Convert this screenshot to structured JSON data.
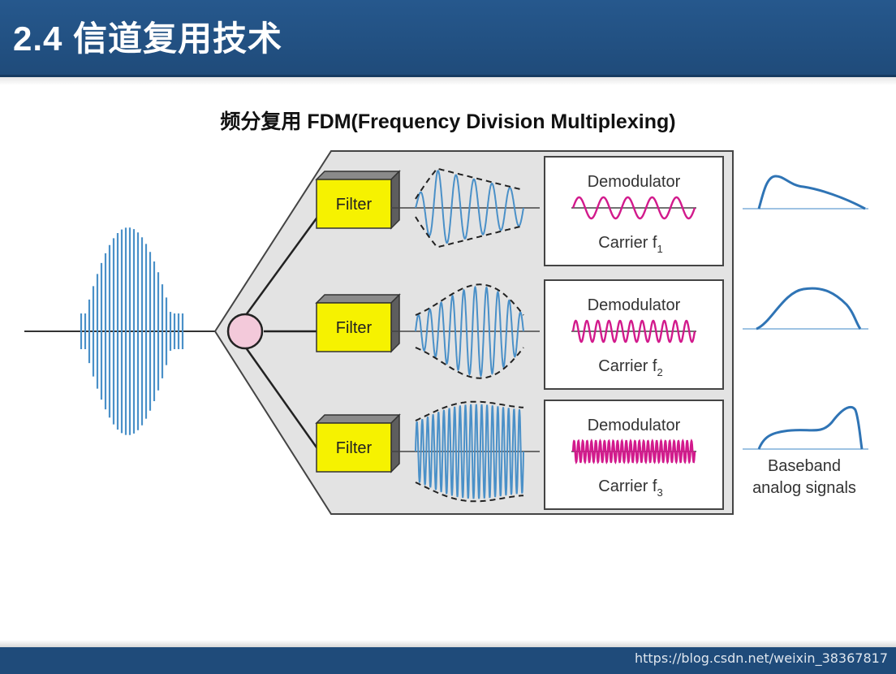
{
  "slide": {
    "title": "2.4 信道复用技术",
    "subtitle": "频分复用 FDM(Frequency Division Multiplexing)"
  },
  "diagram": {
    "channels": [
      {
        "filter_label": "Filter",
        "demod_label": "Demodulator",
        "carrier_label": "Carrier f",
        "carrier_subscript": "1"
      },
      {
        "filter_label": "Filter",
        "demod_label": "Demodulator",
        "carrier_label": "Carrier f",
        "carrier_subscript": "2"
      },
      {
        "filter_label": "Filter",
        "demod_label": "Demodulator",
        "carrier_label": "Carrier f",
        "carrier_subscript": "3"
      }
    ],
    "output_caption_line1": "Baseband",
    "output_caption_line2": "analog signals"
  },
  "watermark": "https://blog.csdn.net/weixin_38367817",
  "colors": {
    "header": "#1f4b7a",
    "signal_blue": "#4a90c8",
    "carrier_magenta": "#d21a8c",
    "filter_yellow": "#f6f200",
    "panel_gray": "#e3e3e3"
  }
}
